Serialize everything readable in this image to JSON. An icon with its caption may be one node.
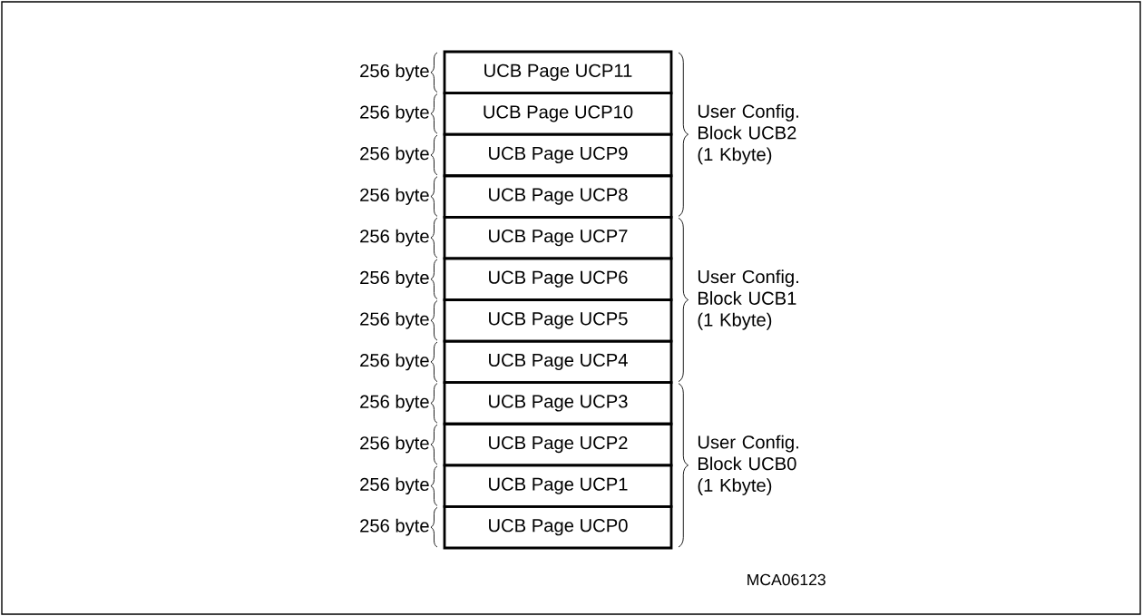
{
  "diagram": {
    "nodes": [
      {
        "text": [
          "UCB Page UCP11"
        ],
        "beside": [
          "256 byte"
        ]
      },
      {
        "text": [
          "UCB Page UCP10"
        ],
        "beside": [
          "256 byte"
        ]
      },
      {
        "text": [
          "UCB Page UCP9"
        ],
        "beside": [
          "256 byte"
        ]
      },
      {
        "text": [
          "UCB Page UCP8"
        ],
        "beside": [
          "256 byte"
        ]
      },
      {
        "text": [
          "UCB Page UCP7"
        ],
        "beside": [
          "256 byte"
        ]
      },
      {
        "text": [
          "UCB Page UCP6"
        ],
        "beside": [
          "256 byte"
        ]
      },
      {
        "text": [
          "UCB Page UCP5"
        ],
        "beside": [
          "256 byte"
        ]
      },
      {
        "text": [
          "UCB Page UCP4"
        ],
        "beside": [
          "256 byte"
        ]
      },
      {
        "text": [
          "UCB Page UCP3"
        ],
        "beside": [
          "256 byte"
        ]
      },
      {
        "text": [
          "UCB Page UCP2"
        ],
        "beside": [
          "256 byte"
        ]
      },
      {
        "text": [
          "UCB Page UCP1"
        ],
        "beside": [
          "256 byte"
        ]
      },
      {
        "text": [
          "UCB Page UCP0"
        ],
        "beside": [
          "256 byte"
        ]
      }
    ],
    "labels": [
      "User Config. Block UCB2 (1 Kbyte)",
      "User Config. Block UCB1 (1 Kbyte)",
      "User Config. Block UCB0 (1 Kbyte)",
      "MCA06123"
    ]
  }
}
